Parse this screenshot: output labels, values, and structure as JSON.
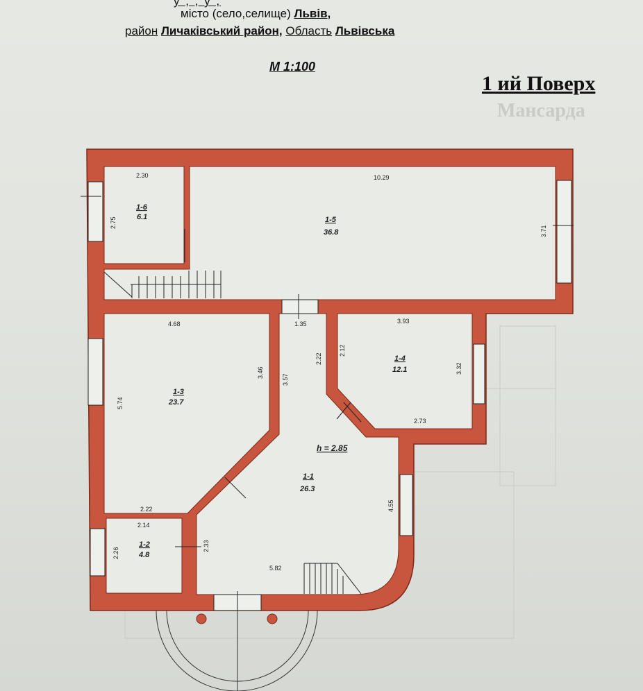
{
  "header": {
    "city_prefix": "місто (село,селище)",
    "city": "Львів,",
    "district_prefix": "район",
    "district": "Личаківський район,",
    "region_prefix": "Область",
    "region": "Львівська",
    "scale": "М 1:100",
    "floor_title": "1 ий Поверх",
    "ghost_text": "Мансарда"
  },
  "rooms": [
    {
      "id": "1-1",
      "area": "26.3"
    },
    {
      "id": "1-2",
      "area": "4.8"
    },
    {
      "id": "1-3",
      "area": "23.7"
    },
    {
      "id": "1-4",
      "area": "12.1"
    },
    {
      "id": "1-5",
      "area": "36.8"
    },
    {
      "id": "1-6",
      "area": "6.1"
    }
  ],
  "ceiling_height": "h = 2.85",
  "dimensions": {
    "d_2_30": "2.30",
    "d_10_29": "10.29",
    "d_2_75": "2.75",
    "d_3_71": "3.71",
    "d_4_68": "4.68",
    "d_1_35": "1.35",
    "d_3_93": "3.93",
    "d_2_22a": "2.22",
    "d_2_12": "2.12",
    "d_3_46": "3.46",
    "d_3_57": "3.57",
    "d_3_32": "3.32",
    "d_5_74": "5.74",
    "d_2_73": "2.73",
    "d_4_55": "4.55",
    "d_2_22b": "2.22",
    "d_2_14": "2.14",
    "d_2_26": "2.26",
    "d_2_33": "2.33",
    "d_5_82": "5.82"
  },
  "colors": {
    "wall": "#c8553d",
    "wall_stroke": "#7a2a1a",
    "room_fill": "#e9ebe6"
  }
}
